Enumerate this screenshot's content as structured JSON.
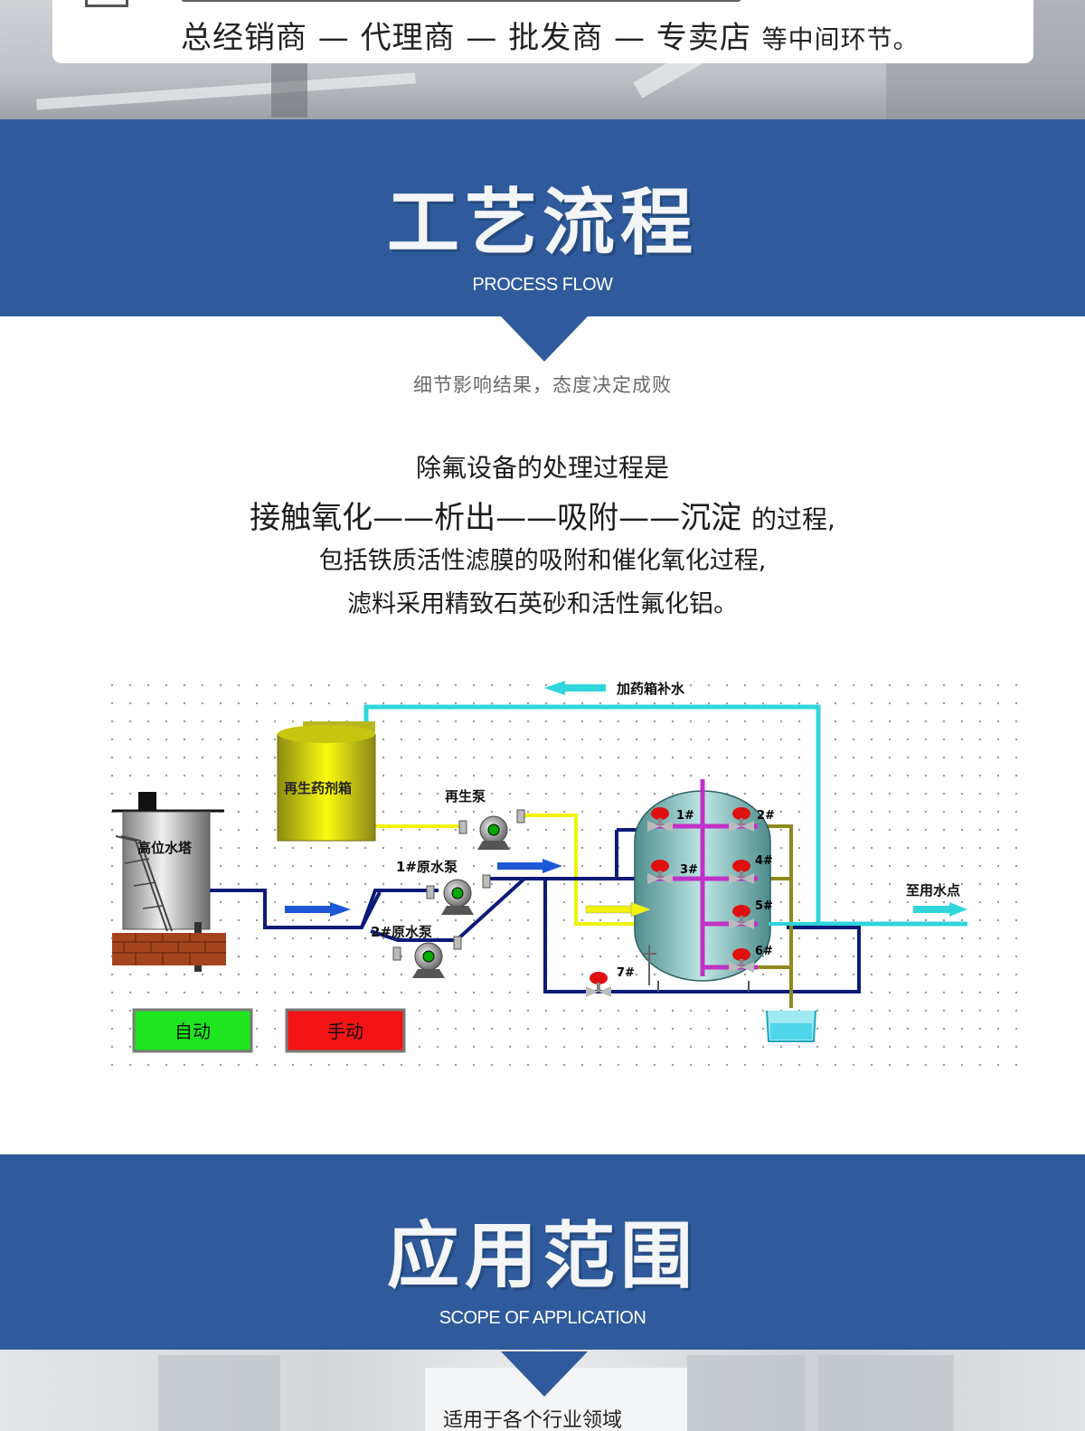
{
  "top": {
    "chain_text": "总经销商 — 代理商 — 批发商 — 专卖店",
    "chain_tail": "等中间环节。"
  },
  "section_process": {
    "title": "工艺流程",
    "subtitle": "PROCESS FLOW",
    "motto": "细节影响结果，态度决定成败",
    "desc_line1": "除氟设备的处理过程是",
    "desc_line2_main": "接触氧化——析出——吸附——沉淀",
    "desc_line2_tail": "的过程,",
    "desc_line3": "包括铁质活性滤膜的吸附和催化氧化过程,",
    "desc_line4": "滤料采用精致石英砂和活性氟化铝。"
  },
  "diagram": {
    "labels": {
      "refill": "加药箱补水",
      "regen_tank": "再生药剂箱",
      "regen_pump": "再生泵",
      "water_tower": "高位水塔",
      "pump1": "1#原水泵",
      "pump2": "2#原水泵",
      "use_point": "至用水点",
      "v1": "1#",
      "v2": "2#",
      "v3": "3#",
      "v4": "4#",
      "v5": "5#",
      "v6": "6#",
      "v7": "7#"
    },
    "buttons": {
      "auto": "自动",
      "manual": "手动"
    },
    "colors": {
      "cyan_pipe": "#2fd6dc",
      "yellow_pipe": "#f2f20a",
      "navy_pipe": "#0c1a78",
      "magenta_pipe": "#c230c8",
      "olive_pipe": "#8e8a1c",
      "auto_button": "#1ee61e",
      "manual_button": "#f21414"
    }
  },
  "section_scope": {
    "title": "应用范围",
    "subtitle": "SCOPE OF APPLICATION",
    "caption": "适用于各个行业领域"
  }
}
